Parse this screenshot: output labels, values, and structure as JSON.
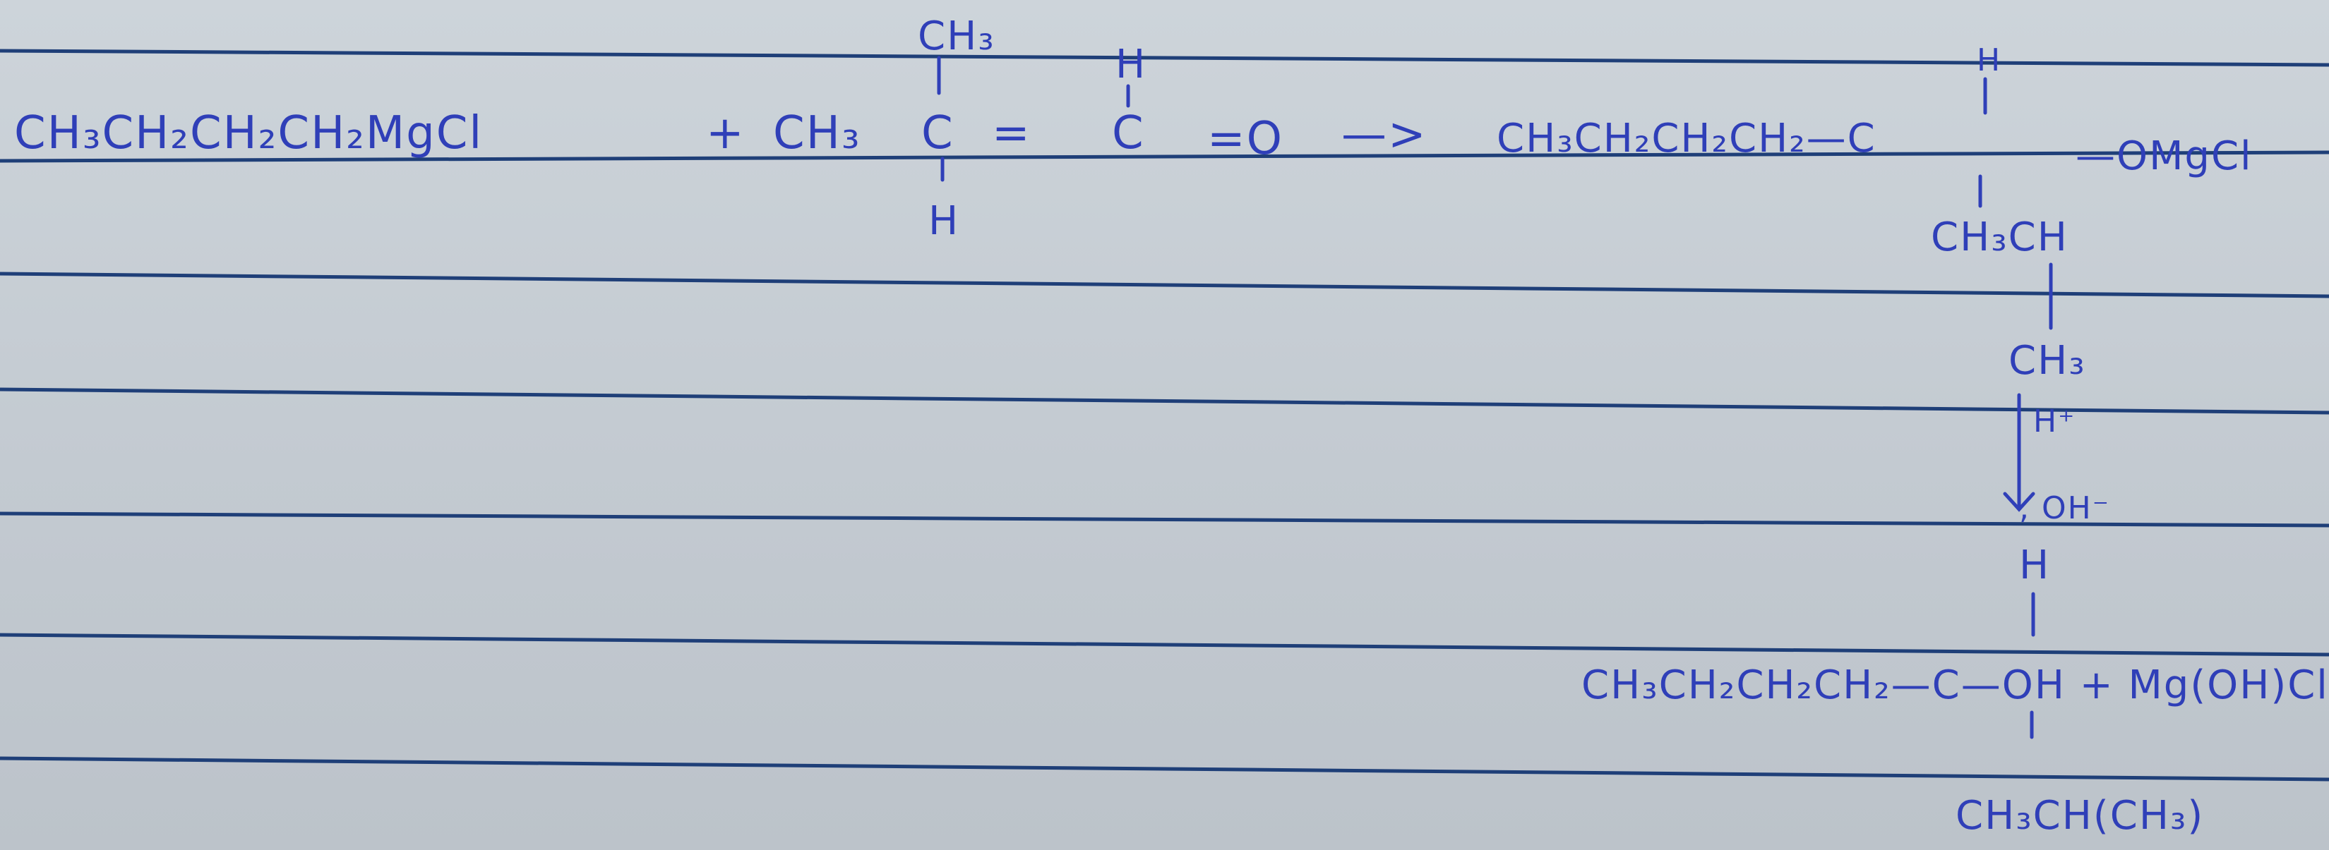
{
  "reactant_grignard": "CH₃CH₂CH₂CH₂MgCl",
  "plus": "+",
  "aldehyde": {
    "left": "CH₃",
    "carbon_a": "C",
    "carbon_b": "C",
    "eq": "=",
    "oxygen": "=O",
    "top_ch3": "CH₃",
    "top_h": "H",
    "bottom_h": "H"
  },
  "arrow": "—>",
  "intermediate": {
    "chain": "CH₃CH₂CH₂CH₂—C",
    "omgcl": "—OMgCl",
    "top_h": "H",
    "branch": "CH₃CH",
    "branch_ch3": "CH₃"
  },
  "reagent": {
    "acid": "H⁺",
    "base": ", OH⁻"
  },
  "product": {
    "top_h": "H",
    "chain": "CH₃CH₂CH₂CH₂—C—OH + Mg(OH)Cl",
    "branch": "CH₃CH(CH₃)"
  }
}
